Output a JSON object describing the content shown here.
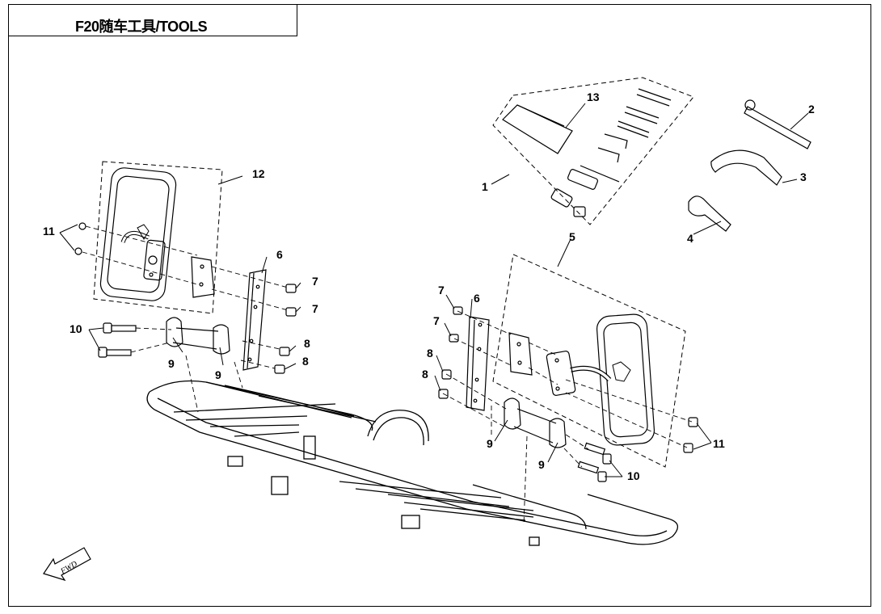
{
  "title": "F20随车工具/TOOLS",
  "fwd_label": "FWD",
  "callouts": {
    "c1": "1",
    "c2": "2",
    "c3": "3",
    "c4": "4",
    "c5": "5",
    "c6a": "6",
    "c6b": "6",
    "c7a": "7",
    "c7b": "7",
    "c7c": "7",
    "c7d": "7",
    "c8a": "8",
    "c8b": "8",
    "c8c": "8",
    "c8d": "8",
    "c9a": "9",
    "c9b": "9",
    "c9c": "9",
    "c9d": "9",
    "c10a": "10",
    "c10b": "10",
    "c11a": "11",
    "c11b": "11",
    "c12": "12",
    "c13": "13"
  }
}
